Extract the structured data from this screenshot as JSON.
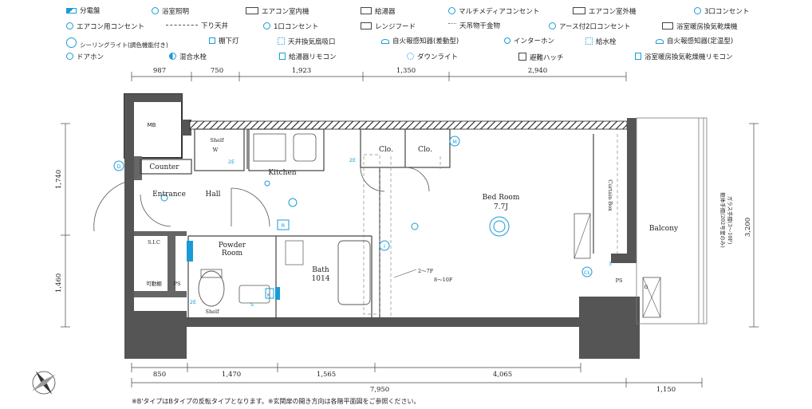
{
  "legend": {
    "row1": [
      "分電盤",
      "浴室照明",
      "エアコン室内機",
      "給湯器",
      "マルチメディアコンセント",
      "エアコン室外機",
      "3口コンセント"
    ],
    "row2": [
      "エアコン用コンセント",
      "下り天井",
      "1口コンセント",
      "レンジフード",
      "天吊物干金物",
      "アース付2口コンセント",
      "浴室暖房換気乾燥機"
    ],
    "row3": [
      "シーリングライト(調色機能付き)",
      "棚下灯",
      "天井換気扇吸口",
      "自火報感知器(差動型)",
      "インターホン",
      "給水栓",
      "自火報感知器(定温型)"
    ],
    "row4": [
      "ドアホン",
      "混合水栓",
      "給湯器リモコン",
      "ダウンライト",
      "避難ハッチ",
      "浴室暖房換気乾燥機リモコン"
    ]
  },
  "dimensions": {
    "top": [
      "987",
      "750",
      "1,923",
      "1,350",
      "2,940"
    ],
    "bottom_parts": [
      "850",
      "1,470",
      "1,565",
      "4,065"
    ],
    "bottom_total": "7,950",
    "bottom_balcony": "1,150",
    "left_upper": "1,740",
    "left_lower": "1,460",
    "right": "3,200"
  },
  "rooms": {
    "mb": "MB",
    "shelf": "Shelf",
    "shelf_w": "W",
    "counter": "Counter",
    "entrance": "Entrance",
    "hall": "Hall",
    "kitchen": "Kitchen",
    "clo1": "Clo.",
    "clo2": "Clo.",
    "bedroom": "Bed Room",
    "bedroom_size": "7.7J",
    "powder_room_1": "Powder",
    "powder_room_2": "Room",
    "bath": "Bath",
    "bath_size": "1014",
    "slc": "S.I.C",
    "kadodana": "可動棚",
    "ps1": "PS",
    "ps2": "PS",
    "shelf2": "Shelf",
    "curtain_box": "Curtain Box",
    "balcony": "Balcony",
    "floor_a": "2～7F",
    "floor_b": "8～10F",
    "railing_1": "躯体手摺(202号室のみ)",
    "railing_2": "ガラス手摺(3～10F)",
    "r_label": "R",
    "k_label": "K"
  },
  "markers": {
    "d": "D",
    "m": "M",
    "i": "I",
    "cl": "CL",
    "s": "S",
    "two_e_1": "2E",
    "two_e_2": "2E",
    "two_e_3": "2E",
    "three": "3",
    "g": "G"
  },
  "footnote": "※B'タイプはBタイプの反転タイプとなります。※玄関扉の開き方向は各階平面図をご参照ください。",
  "colors": {
    "accent": "#1a9bd7",
    "wall": "#555555",
    "hatch": "#222222"
  }
}
